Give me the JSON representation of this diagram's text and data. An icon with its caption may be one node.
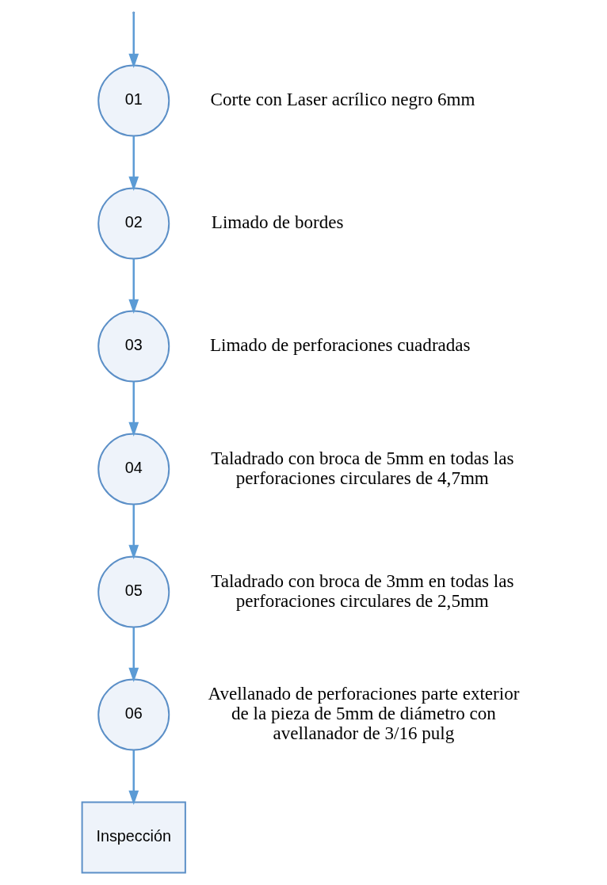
{
  "diagram": {
    "nodes": [
      {
        "text": [
          "01"
        ],
        "beside": [
          "Corte con Laser acrílico negro 6mm"
        ]
      },
      {
        "text": [
          "02"
        ],
        "beside": [
          "Limado de bordes"
        ]
      },
      {
        "text": [
          "03"
        ],
        "beside": [
          "Limado de perforaciones cuadradas"
        ]
      },
      {
        "text": [
          "04"
        ],
        "beside": [
          "Taladrado con broca de 5mm en todas las perforaciones circulares de 4,7mm"
        ]
      },
      {
        "text": [
          "05"
        ],
        "beside": [
          "Taladrado con broca de 3mm en todas las perforaciones circulares de 2,5mm"
        ]
      },
      {
        "text": [
          "06"
        ],
        "beside": [
          "Avellanado de perforaciones parte exterior de la pieza de 5mm de diámetro con avellanador de 3/16 pulg"
        ]
      },
      {
        "text": [
          "Inspección"
        ]
      }
    ],
    "edges": [
      {
        "from": null,
        "to": 0,
        "arrow": "to"
      },
      {
        "from": 0,
        "to": 1,
        "arrow": "to"
      },
      {
        "from": 1,
        "to": 2,
        "arrow": "to"
      },
      {
        "from": 2,
        "to": 3,
        "arrow": "to"
      },
      {
        "from": 3,
        "to": 4,
        "arrow": "to"
      },
      {
        "from": 4,
        "to": 5,
        "arrow": "to"
      },
      {
        "from": 5,
        "to": 6,
        "arrow": "to"
      }
    ]
  }
}
